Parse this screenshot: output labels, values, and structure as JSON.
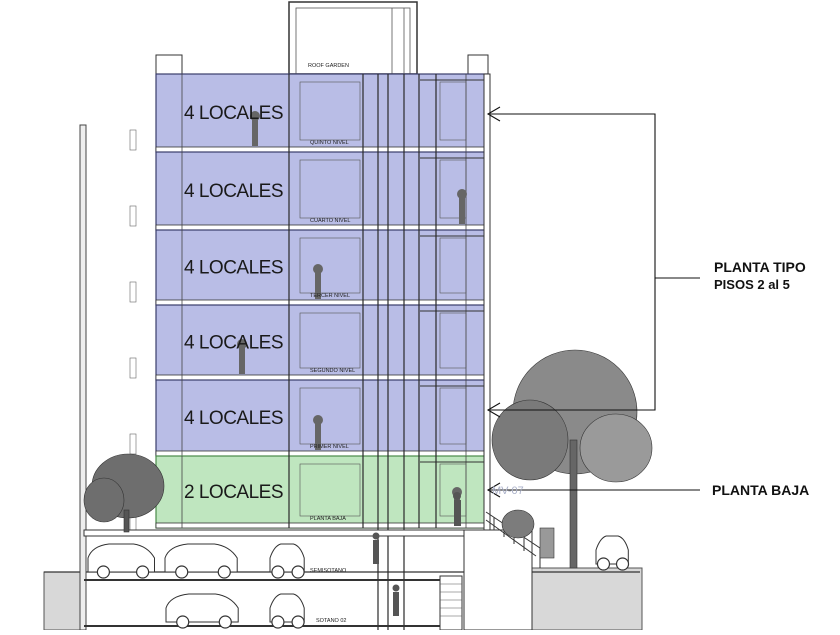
{
  "diagram": {
    "annotations": {
      "typical_floor_line1": "PLANTA TIPO",
      "typical_floor_line2": "PISOS 2 al 5",
      "ground_floor": "PLANTA BAJA"
    },
    "floors": [
      {
        "units": "4 LOCALES",
        "level_label": "QUINTO NIVEL",
        "type": "typical"
      },
      {
        "units": "4 LOCALES",
        "level_label": "CUARTO NIVEL",
        "type": "typical"
      },
      {
        "units": "4 LOCALES",
        "level_label": "TERCER NIVEL",
        "type": "typical"
      },
      {
        "units": "4 LOCALES",
        "level_label": "SEGUNDO NIVEL",
        "type": "typical"
      },
      {
        "units": "4 LOCALES",
        "level_label": "PRIMER NIVEL",
        "type": "typical"
      },
      {
        "units": "2 LOCALES",
        "level_label": "PLANTA BAJA",
        "type": "ground"
      }
    ],
    "roof_label": "ROOF GARDEN",
    "basement_labels": [
      "SEMISOTANO",
      "SOTANO 02"
    ],
    "drawing_code": "MV-07",
    "colors": {
      "typical_fill": "#b9bde6",
      "ground_fill": "#bfe6bf",
      "line": "#2a2a2a",
      "ghost_text": "#aab0c8"
    }
  }
}
